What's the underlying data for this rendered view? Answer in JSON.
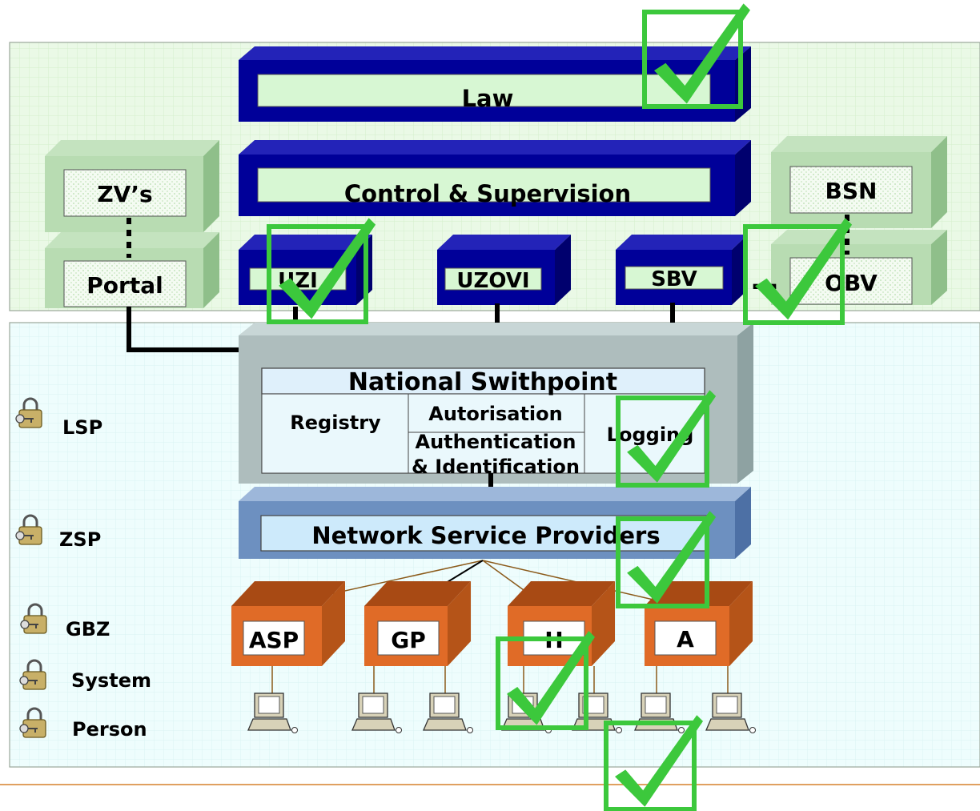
{
  "top_layers": {
    "law": "Law",
    "control": "Control & Supervision"
  },
  "side_boxes": {
    "zvs": "ZV’s",
    "portal": "Portal",
    "bsn": "BSN",
    "obv": "OBV"
  },
  "blue_blocks": {
    "uzi": "UZI",
    "uzovi": "UZOVI",
    "sbv": "SBV",
    "ellipsis": "…"
  },
  "switchpoint": {
    "title": "National Swithpoint",
    "registry": "Registry",
    "autorisation": "Autorisation",
    "auth_line1": "Authentication",
    "auth_line2": "& Identification",
    "logging": "Logging"
  },
  "network": {
    "title": "Network Service Providers"
  },
  "providers": [
    "ASP",
    "GP",
    "H",
    "A"
  ],
  "security_levels": [
    "LSP",
    "ZSP",
    "GBZ",
    "System",
    "Person"
  ],
  "colors": {
    "check_green": "#3cc83c",
    "navy_block": "#000099",
    "light_green_panel": "#eaf9e6",
    "light_cyan_panel": "#eefdfd",
    "orange_box": "#e06b27",
    "gray_box": "#aebdbd",
    "steel_blue": "#6d90c0"
  }
}
